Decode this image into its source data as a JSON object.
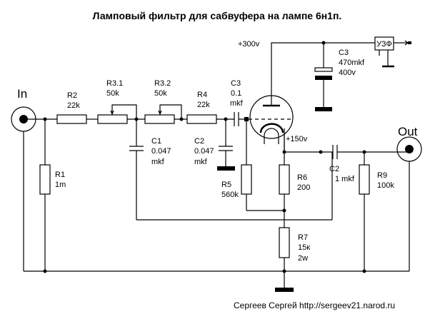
{
  "title": "Ламповый фильтр для сабвуфера на лампе 6н1п.",
  "credit": "Сергеев Сергей  http://sergeev21.narod.ru",
  "connectors": {
    "input": "In",
    "output": "Out"
  },
  "supply": {
    "b_plus": "+300v",
    "cathode": "+150v",
    "regulator": "УЗФ"
  },
  "components": {
    "R1": {
      "name": "R1",
      "value": "1m"
    },
    "R2": {
      "name": "R2",
      "value": "22k"
    },
    "R3_1": {
      "name": "R3.1",
      "value": "50k"
    },
    "R3_2": {
      "name": "R3.2",
      "value": "50k"
    },
    "R4": {
      "name": "R4",
      "value": "22k"
    },
    "R5": {
      "name": "R5",
      "value": "560k"
    },
    "R6": {
      "name": "R6",
      "value": "200"
    },
    "R7": {
      "name": "R7",
      "value": "15к",
      "power": "2w"
    },
    "R9": {
      "name": "R9",
      "value": "100k"
    },
    "C1": {
      "name": "C1",
      "value": "0.047",
      "unit": "mkf"
    },
    "C2a": {
      "name": "C2",
      "value": "0.047",
      "unit": "mkf"
    },
    "C3a": {
      "name": "C3",
      "value": "0.1",
      "unit": "mkf"
    },
    "C3b": {
      "name": "C3",
      "value": "470mkf",
      "voltage": "400v"
    },
    "C2b": {
      "name": "C2",
      "value": "1 mkf"
    }
  }
}
